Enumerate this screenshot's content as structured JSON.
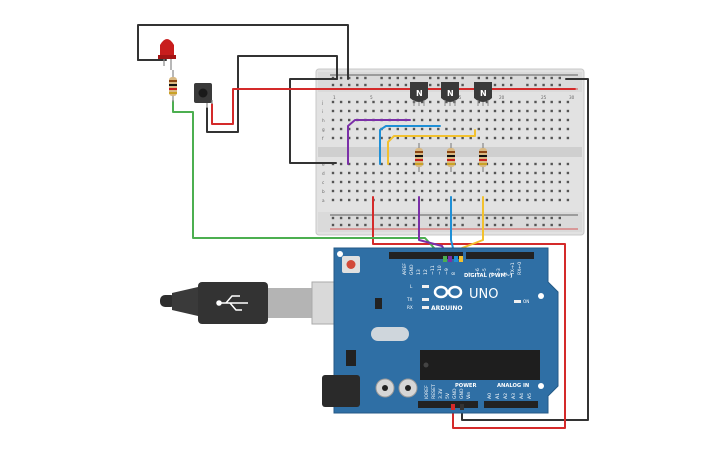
{
  "breadboard": {
    "row_letters_top": [
      "j",
      "i",
      "h",
      "g",
      "f"
    ],
    "row_letters_bottom": [
      "e",
      "d",
      "c",
      "b",
      "a"
    ],
    "column_numbers": [
      "1",
      "5",
      "10",
      "15",
      "20",
      "25",
      "30"
    ]
  },
  "transistors": [
    {
      "label": "N"
    },
    {
      "label": "N"
    },
    {
      "label": "N"
    }
  ],
  "arduino": {
    "brand": "ARDUINO",
    "model": "UNO",
    "on_label": "ON",
    "led_l": "L",
    "led_tx": "TX",
    "led_rx": "RX",
    "digital_header": "DIGITAL (PWM~)",
    "power_header": "POWER",
    "analog_header": "ANALOG IN",
    "top_pins": [
      "AREF",
      "GND",
      "13",
      "12",
      "~11",
      "~10",
      "~9",
      "8",
      "7",
      "~6",
      "~5",
      "4",
      "~3",
      "2",
      "TX→1",
      "RX←0"
    ],
    "power_pins": [
      "IOREF",
      "RESET",
      "3.3V",
      "5V",
      "GND",
      "GND",
      "Vin"
    ],
    "analog_pins": [
      "A0",
      "A1",
      "A2",
      "A3",
      "A4",
      "A5"
    ]
  },
  "colors": {
    "wire_black": "#333333",
    "wire_red": "#d42a2a",
    "wire_green": "#4caf50",
    "wire_purple": "#7b2fa8",
    "wire_blue": "#1e8fd6",
    "wire_yellow": "#f2c12e",
    "board_blue": "#2f6fa5",
    "breadboard": "#e2e2e2"
  }
}
